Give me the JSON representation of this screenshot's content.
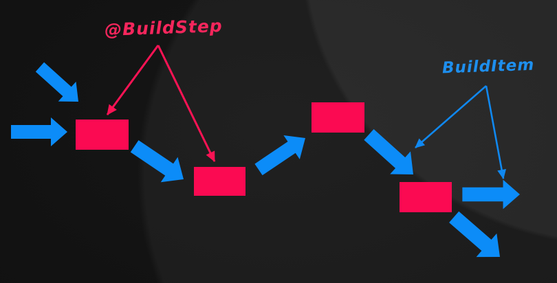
{
  "diagram": {
    "title": "Build pipeline annotation diagram",
    "labels": {
      "build_step": "@BuildStep",
      "build_item": "BuildItem"
    },
    "colors": {
      "background": "#101010",
      "step_rectangle": "#fb0a52",
      "flow_arrow": "#0c8cf8",
      "build_step_label": "#f5265c",
      "build_item_label": "#1e8fee"
    },
    "structure": {
      "step_rectangle_count": 4,
      "flow_arrow_count": 7,
      "build_step_pointer_count": 2,
      "build_item_pointer_count": 2
    }
  }
}
